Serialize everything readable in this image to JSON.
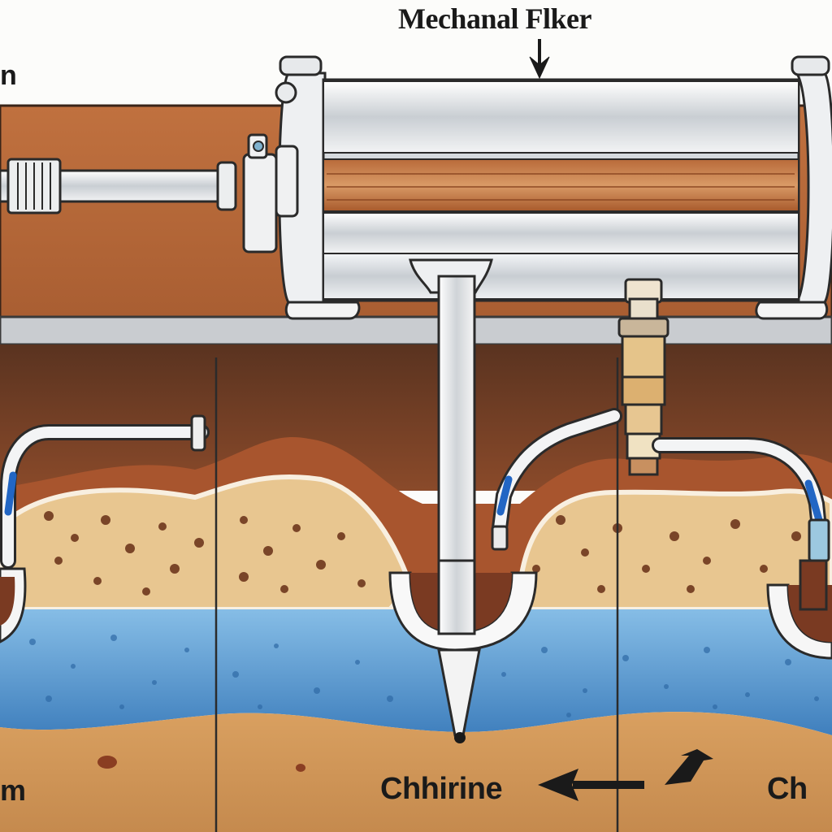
{
  "labels": {
    "filter": "Mechanal Flker",
    "top_left_fragment": "n",
    "bottom_left_fragment": "m",
    "chlorine": "Chhirine",
    "bottom_right_fragment": "Ch"
  },
  "colors": {
    "soil_brown": "#b5683c",
    "sand": "#e8c690",
    "water": "#6aa8d8",
    "metal": "#d9dde1",
    "dark_soil": "#6b3a22"
  }
}
